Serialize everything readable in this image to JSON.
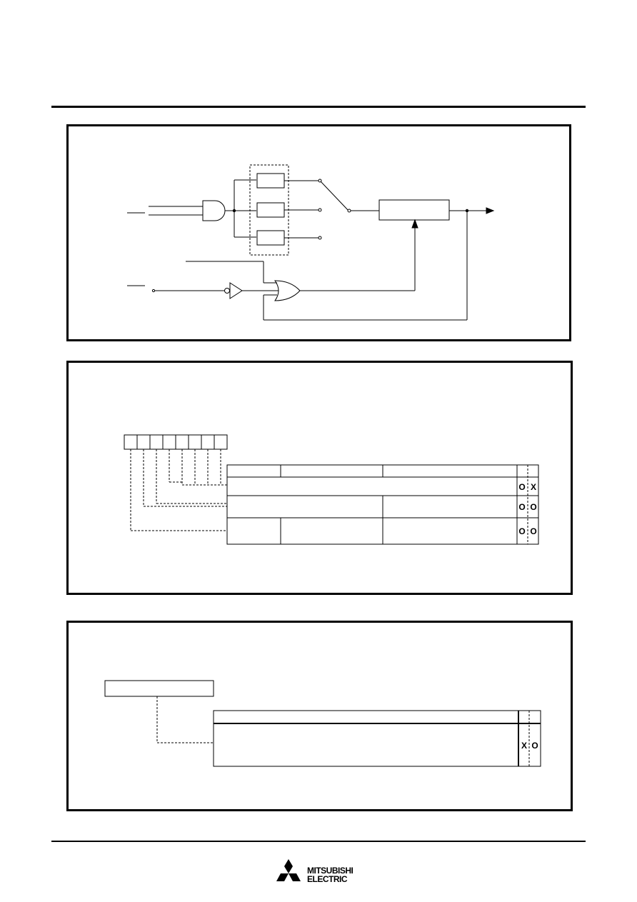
{
  "header": {
    "rule_visible": true
  },
  "figure1": {
    "description_labels": []
  },
  "figure2": {
    "register_bits": 8,
    "table_marks": [
      [
        "O",
        "X"
      ],
      [
        "O",
        "O"
      ],
      [
        "O",
        "O"
      ]
    ]
  },
  "figure3": {
    "table_marks": [
      "X",
      "O"
    ]
  },
  "footer": {
    "brand_line1": "MITSUBISHI",
    "brand_line2": "ELECTRIC",
    "brand_color": "#000000"
  }
}
